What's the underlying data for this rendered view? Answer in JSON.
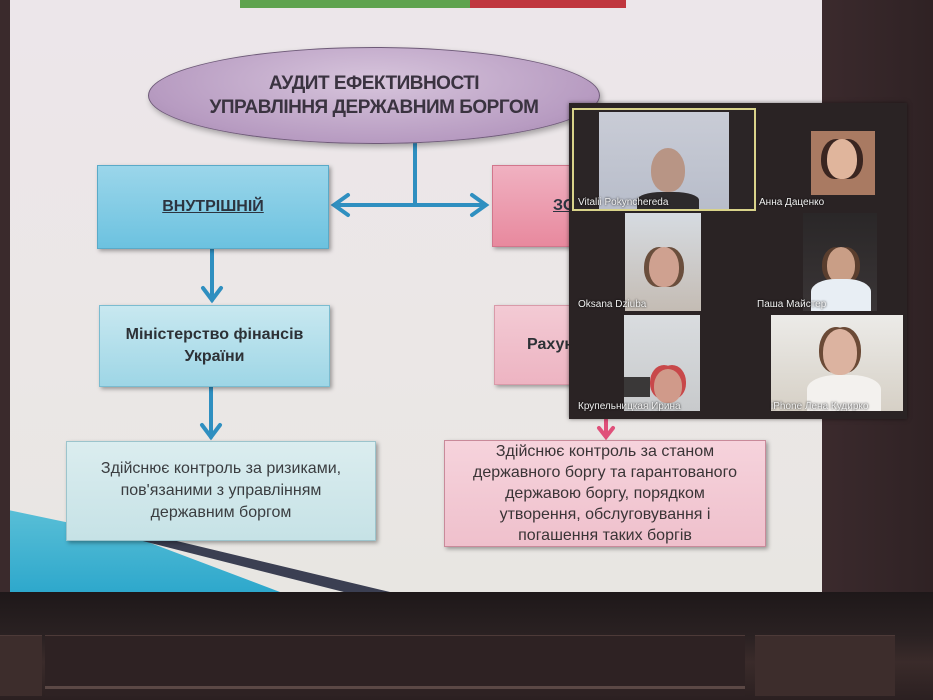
{
  "slide": {
    "title_line1": "АУДИТ ЕФЕКТИВНОСТІ",
    "title_line2": "УПРАВЛІННЯ ДЕРЖАВНИМ БОРГОМ",
    "left": {
      "heading": "ВНУТРІШНІЙ",
      "org_line1": "Міністерство фінансів",
      "org_line2": "України",
      "desc_lines": [
        "Здійснює контроль за ризиками,",
        "пов'язаними з управлінням",
        "державним боргом"
      ]
    },
    "right": {
      "heading_visible": "ЗО",
      "org_visible": "Рахун",
      "desc_lines": [
        "Здійснює контроль за станом",
        "державного боргу та гарантованого",
        "державою боргу, порядком",
        "утворення, обслуговування і",
        "погашення таких боргів"
      ]
    },
    "colors": {
      "internal": "#7cc9e4",
      "external": "#ec98ab",
      "arrow": "#2f8fc0",
      "ellipse": "#b9a0c3"
    }
  },
  "video_call": {
    "participants": [
      {
        "name": "Vitalii Pokynchereda",
        "active_speaker": true
      },
      {
        "name": "Анна Даценко",
        "active_speaker": false
      },
      {
        "name": "Oksana Dziuba",
        "active_speaker": false
      },
      {
        "name": "Паша Майстер",
        "active_speaker": false
      },
      {
        "name": "Крупельницкая Ирина",
        "active_speaker": false
      },
      {
        "name": "iPhone Лена Кудирко",
        "active_speaker": false
      }
    ]
  }
}
